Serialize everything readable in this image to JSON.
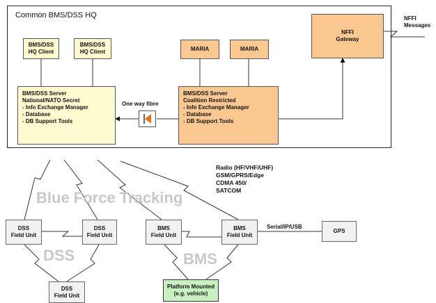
{
  "hq": {
    "title": "Common BMS/DSS HQ"
  },
  "clients": [
    {
      "line1": "BMS/DSS",
      "line2": "HQ Client"
    },
    {
      "line1": "BMS/DSS",
      "line2": "HQ Client"
    }
  ],
  "maria": [
    "MARIA",
    "MARIA"
  ],
  "nffi_gateway": {
    "line1": "NFFI",
    "line2": "Gateway"
  },
  "nffi_messages": {
    "line1": "NFFI",
    "line2": "Messages"
  },
  "server_secret": {
    "title1": "BMS/DSS Server",
    "title2": "National/NATO Secret",
    "items": [
      "- Info Exchange Manager",
      "- Database",
      "- DB Support Tools"
    ]
  },
  "server_restricted": {
    "title1": "BMS/DSS Server",
    "title2": "Coalition Restricted",
    "items": [
      "- Info Exchange Manager",
      "- Database",
      "- DB Support Tools"
    ]
  },
  "one_way_fibre": "One way fibre",
  "radio": [
    "Radio (HF/VHF/UHF)",
    "GSM/GPRS/Edge",
    "CDMA 450/",
    "SATCOM"
  ],
  "watermarks": {
    "bft": "Blue Force Tracking",
    "dss": "DSS",
    "bms": "BMS"
  },
  "field_units": {
    "dss_left": {
      "line1": "DSS",
      "line2": "Field Unit"
    },
    "dss_right": {
      "line1": "DSS",
      "line2": "Field Unit"
    },
    "dss_bottom": {
      "line1": "DSS",
      "line2": "Field Unit"
    },
    "bms_left": {
      "line1": "BMS",
      "line2": "Field Unit"
    },
    "bms_right": {
      "line1": "BMS",
      "line2": "Field Unit"
    }
  },
  "serial_label": "Serial/IP/USB",
  "gps": "GPS",
  "platform": {
    "line1": "Platform Mounted",
    "line2": "(e.g. vehicle)"
  },
  "colors": {
    "yellow_box": "#fffbd0",
    "orange_box": "#fbc892",
    "green_box": "#c8f0c0",
    "diode": "#e8751a"
  }
}
